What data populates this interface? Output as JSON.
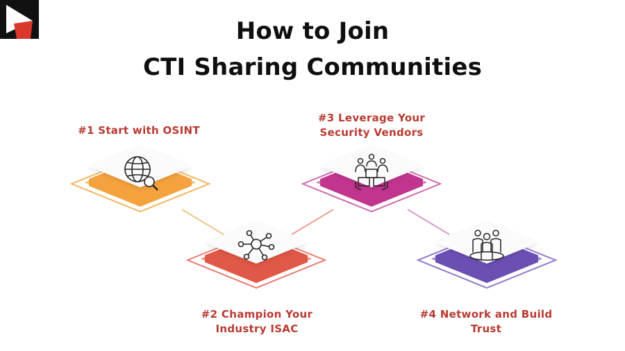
{
  "header": {
    "title_line1": "How to Join",
    "title_line2": "CTI Sharing Communities"
  },
  "logo": {
    "icon": "play-arrow-logo-icon",
    "colors": {
      "background": "#111111",
      "white": "#ffffff",
      "red": "#d8392b"
    }
  },
  "steps": [
    {
      "label": "#1 Start with OSINT",
      "icon": "globe-search-icon",
      "color": "#f4a23d"
    },
    {
      "label_line1": "#2 Champion Your",
      "label_line2": "Industry ISAC",
      "icon": "network-hub-icon",
      "color": "#e05847"
    },
    {
      "label_line1": "#3 Leverage Your",
      "label_line2": "Security Vendors",
      "icon": "people-cubes-icon",
      "color": "#c2358f"
    },
    {
      "label_line1": "#4 Network and Build",
      "label_line2": "Trust",
      "icon": "group-people-icon",
      "color": "#6b4fb3"
    }
  ],
  "colors": {
    "label_text": "#b83a31",
    "title_text": "#0f0f0f",
    "tile_face": "#fbfbfb"
  }
}
